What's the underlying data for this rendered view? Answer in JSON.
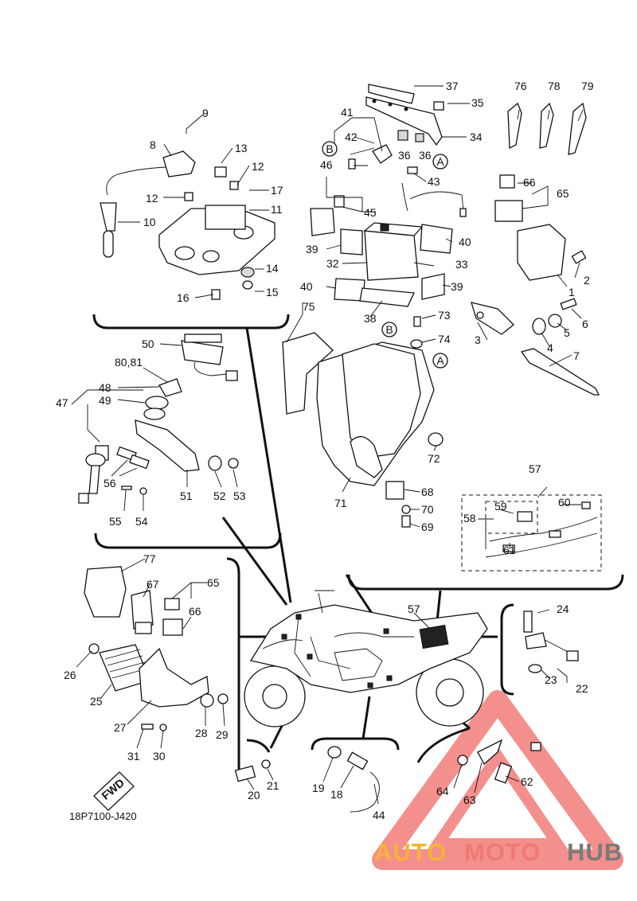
{
  "diagram": {
    "drawing_code": "18P7100-J420",
    "fwd_label": "FWD",
    "ref_markers": [
      "A",
      "B"
    ],
    "callouts": [
      "1",
      "2",
      "3",
      "4",
      "5",
      "6",
      "7",
      "8",
      "9",
      "10",
      "11",
      "12",
      "13",
      "14",
      "15",
      "16",
      "17",
      "18",
      "19",
      "20",
      "21",
      "22",
      "23",
      "24",
      "25",
      "26",
      "27",
      "28",
      "29",
      "30",
      "31",
      "32",
      "33",
      "34",
      "35",
      "36",
      "37",
      "38",
      "39",
      "40",
      "41",
      "42",
      "43",
      "44",
      "45",
      "46",
      "47",
      "48",
      "49",
      "50",
      "51",
      "52",
      "53",
      "54",
      "55",
      "56",
      "57",
      "58",
      "59",
      "60",
      "61",
      "62",
      "63",
      "64",
      "65",
      "66",
      "67",
      "68",
      "69",
      "70",
      "71",
      "72",
      "73",
      "74",
      "75",
      "76",
      "77",
      "78",
      "79",
      "80,81"
    ]
  },
  "watermark": {
    "part1": "AUTO",
    "part2": "MOTO",
    "part3": "HUB",
    "colors": {
      "auto": "#f6b23b",
      "moto": "#f07a72",
      "hub": "#7a7a7a",
      "triangle": "#f06a66"
    }
  }
}
